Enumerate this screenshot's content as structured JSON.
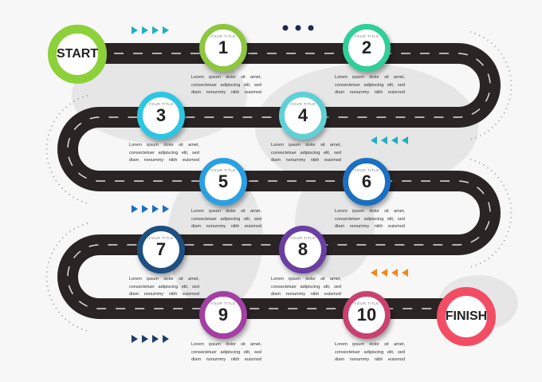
{
  "start": {
    "label": "START",
    "color": "#8dd13a"
  },
  "finish": {
    "label": "FINISH",
    "color": "#f24d64"
  },
  "steps": [
    {
      "title": "YOUR TITLE",
      "number": "1",
      "color": "#8dc63f"
    },
    {
      "title": "YOUR TITLE",
      "number": "2",
      "color": "#2fcf9a"
    },
    {
      "title": "YOUR TITLE",
      "number": "3",
      "color": "#2cc6e2"
    },
    {
      "title": "YOUR TITLE",
      "number": "4",
      "color": "#5fd0d6"
    },
    {
      "title": "YOUR TITLE",
      "number": "5",
      "color": "#2aa0e2"
    },
    {
      "title": "YOUR TITLE",
      "number": "6",
      "color": "#1b6fc0"
    },
    {
      "title": "YOUR TITLE",
      "number": "7",
      "color": "#1d4f80"
    },
    {
      "title": "YOUR TITLE",
      "number": "8",
      "color": "#6a3fa3"
    },
    {
      "title": "YOUR TITLE",
      "number": "9",
      "color": "#a33fa3"
    },
    {
      "title": "YOUR TITLE",
      "number": "10",
      "color": "#c9416f"
    }
  ],
  "description": "Lorem ipsum dolor sit amet, consectetuer adipiscing elit, sed diam nonummy nibh euismod",
  "road_color": "#2a2424"
}
